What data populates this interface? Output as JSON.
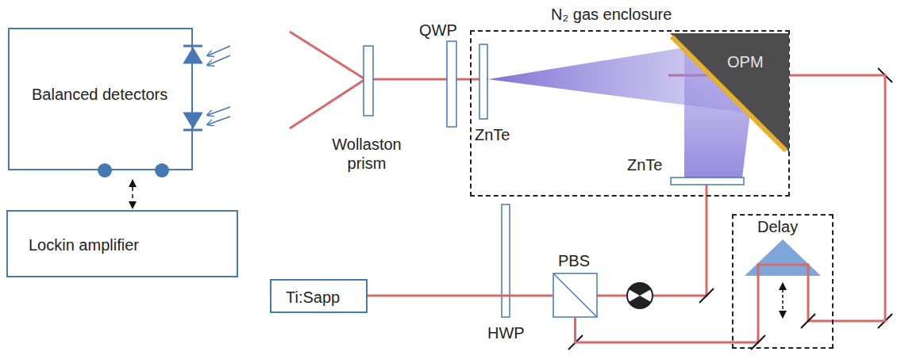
{
  "diagram": {
    "nodes": [
      {
        "text": [
          "Balanced detectors"
        ]
      },
      {
        "text": [
          "Lockin amplifier"
        ]
      },
      {
        "text": [
          "Ti:Sapp"
        ]
      },
      {
        "text": [
          "N₂ gas enclosure"
        ]
      },
      {
        "text": [
          "OPM"
        ],
        "in": 3
      },
      {
        "text": [
          "Delay"
        ]
      },
      {
        "text": [
          "PBS"
        ]
      }
    ],
    "edges": [
      {
        "from": 0,
        "to": 1,
        "arrow": "both"
      },
      {
        "from": 2,
        "to": 6,
        "arrow": "none"
      },
      {
        "from": 6,
        "to": 5,
        "arrow": "none"
      },
      {
        "from": 5,
        "to": 4,
        "arrow": "none"
      }
    ],
    "labels": [
      "Wollaston prism",
      "QWP",
      "ZnTe",
      "ZnTe",
      "HWP"
    ]
  }
}
